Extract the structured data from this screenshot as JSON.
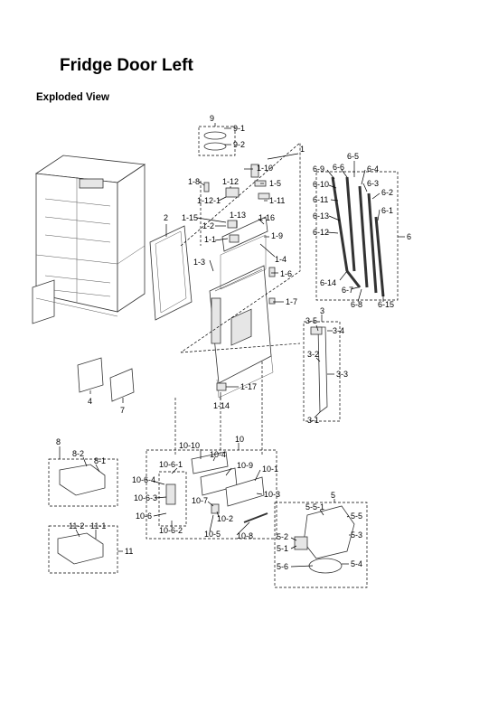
{
  "page": {
    "title": "Fridge Door Left",
    "subtitle": "Exploded View"
  },
  "callouts": [
    "9",
    "9-1",
    "9-2",
    "1",
    "1-8",
    "1-10",
    "1-5",
    "1-12",
    "1-12-1",
    "1-11",
    "2",
    "1-15",
    "1-13",
    "1-16",
    "1-2",
    "1-1",
    "1-9",
    "1-4",
    "1-3",
    "1-6",
    "1-7",
    "4",
    "7",
    "1-17",
    "1-14",
    "6-5",
    "6-9",
    "6-6",
    "6-4",
    "6-10",
    "6-3",
    "6-11",
    "6-2",
    "6-1",
    "6-13",
    "6-12",
    "6",
    "6-14",
    "6-7",
    "6-8",
    "6-15",
    "3",
    "3-5",
    "3-4",
    "3-2",
    "3-3",
    "3-1",
    "8",
    "8-2",
    "8-1",
    "10",
    "10-10",
    "10-4",
    "10-6-1",
    "10-9",
    "10-1",
    "10-6-4",
    "10-6-3",
    "10-6",
    "10-6-2",
    "10-7",
    "10-3",
    "10-2",
    "10-5",
    "10-8",
    "5",
    "5-5-1",
    "5-5",
    "5-2",
    "5-3",
    "5-1",
    "5-6",
    "5-4",
    "11",
    "11-2",
    "11-1"
  ]
}
